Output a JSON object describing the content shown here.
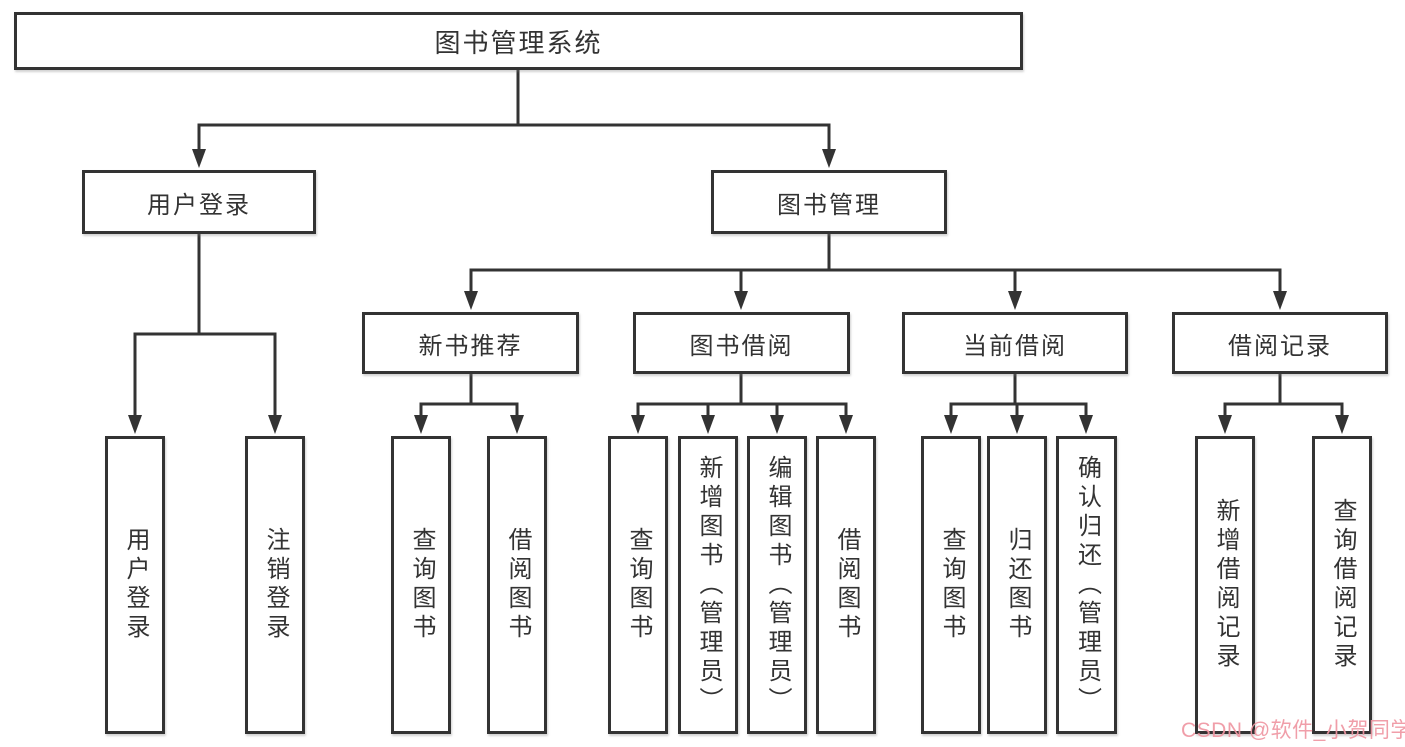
{
  "diagram": {
    "root": "图书管理系统",
    "branches": [
      {
        "label": "用户登录",
        "children": [
          {
            "label": "用户登录"
          },
          {
            "label": "注销登录"
          }
        ]
      },
      {
        "label": "图书管理",
        "children": [
          {
            "label": "新书推荐",
            "children": [
              {
                "label": "查询图书"
              },
              {
                "label": "借阅图书"
              }
            ]
          },
          {
            "label": "图书借阅",
            "children": [
              {
                "label": "查询图书"
              },
              {
                "label": "新增图书（管理员）"
              },
              {
                "label": "编辑图书（管理员）"
              },
              {
                "label": "借阅图书"
              }
            ]
          },
          {
            "label": "当前借阅",
            "children": [
              {
                "label": "查询图书"
              },
              {
                "label": "归还图书"
              },
              {
                "label": "确认归还（管理员）"
              }
            ]
          },
          {
            "label": "借阅记录",
            "children": [
              {
                "label": "新增借阅记录"
              },
              {
                "label": "查询借阅记录"
              }
            ]
          }
        ]
      }
    ]
  },
  "watermark": {
    "text": "CSDN @软件_小贺同学",
    "color": "#ef96a2"
  },
  "colors": {
    "line": "#333333",
    "box_border": "#333333",
    "text": "#333333",
    "background": "#ffffff"
  }
}
